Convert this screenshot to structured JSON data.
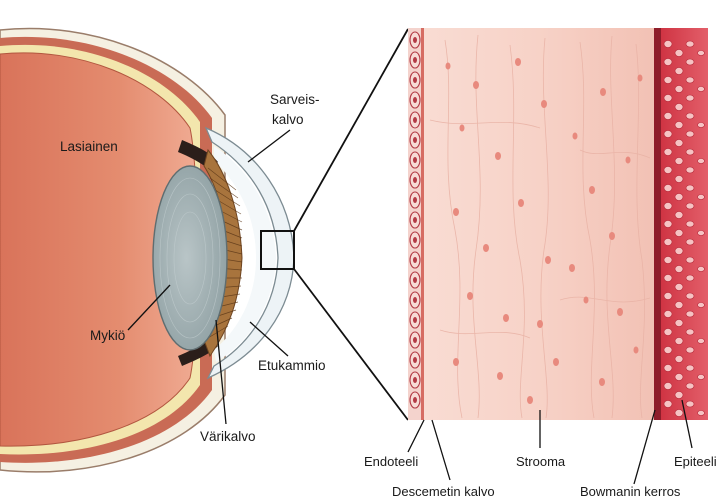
{
  "labels": {
    "vitreous": "Lasiainen",
    "cornea_line1": "Sarveis-",
    "cornea_line2": "kalvo",
    "lens": "Mykiö",
    "anterior_chamber": "Etukammio",
    "iris": "Värikalvo",
    "endothelium": "Endoteeli",
    "descemet": "Descemetin kalvo",
    "stroma": "Strooma",
    "bowman": "Bowmanin kerros",
    "epithelium": "Epiteeli"
  },
  "colors": {
    "vitreous_fill": "#e58a6e",
    "sclera_yellow": "#f3e9b5",
    "lens_fill": "#a9b6b8",
    "iris_brown": "#8b5a2b",
    "cornea_fill": "#eef4f7",
    "stroma_fill": "#f6cfc4",
    "epithelium_fill": "#d83b4a",
    "bowman_dark": "#8e1d2a",
    "label_text": "#1a1a1a"
  }
}
